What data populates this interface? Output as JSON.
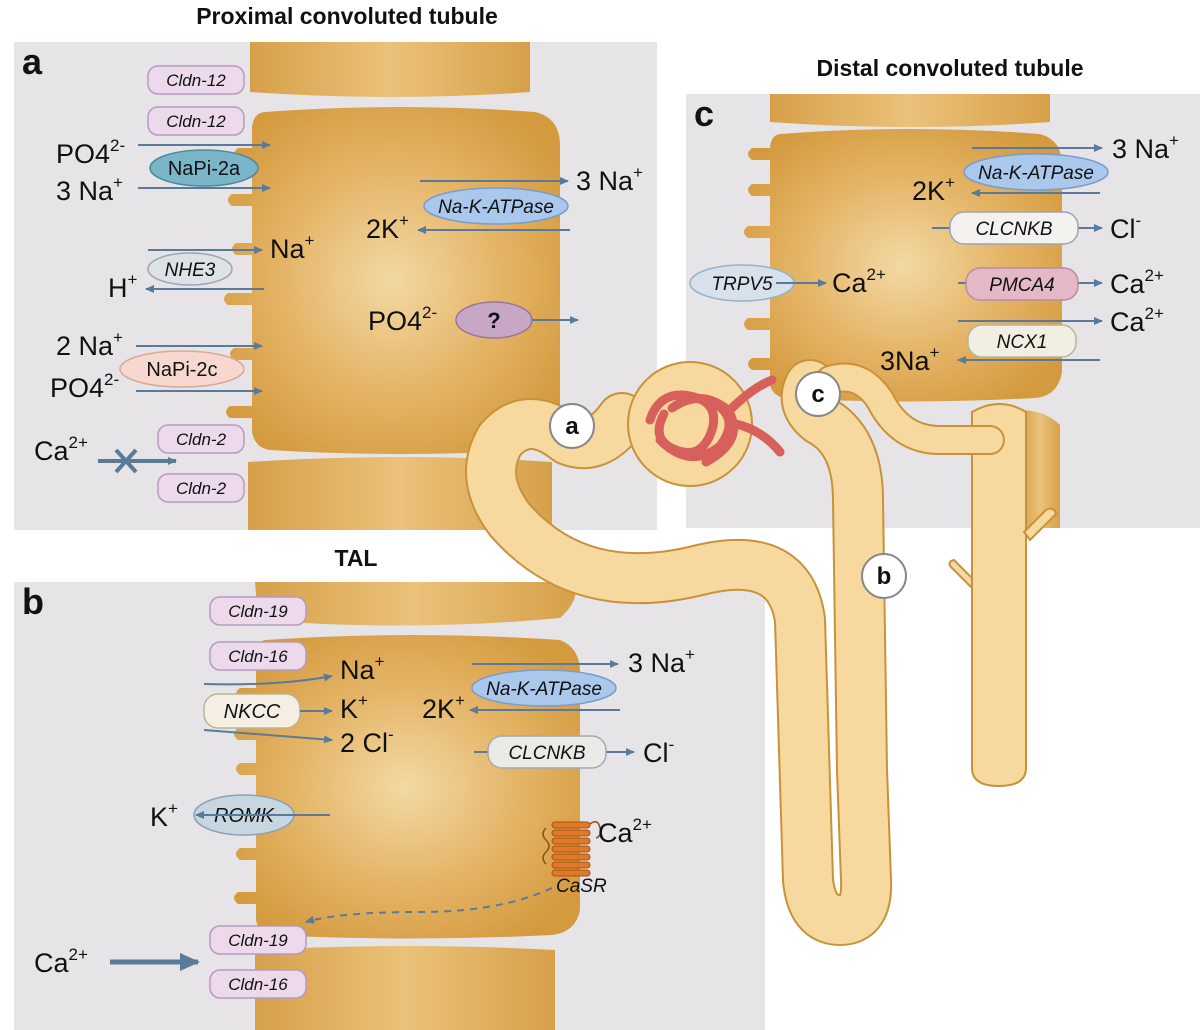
{
  "titles": {
    "pct": "Proximal convoluted tubule",
    "dct": "Distal convoluted tubule",
    "tal": "TAL"
  },
  "panels": {
    "a": "a",
    "b": "b",
    "c": "c"
  },
  "panel_a": {
    "cldn_12": "Cldn-12",
    "cldn_2": "Cldn-2",
    "napi2a": "NaPi-2a",
    "napi2c": "NaPi-2c",
    "nhe3": "NHE3",
    "nakatpase": "Na-K-ATPase",
    "unknown": "?",
    "po4_top": "PO4",
    "po4_top_charge": "2-",
    "three_na": "3 Na",
    "plus": "+",
    "na": "Na",
    "h": "H",
    "two_na": "2 Na",
    "po4_bot": "PO4",
    "po4_bot_charge": "2-",
    "ca": "Ca",
    "ca_charge": "2+",
    "out_3na": "3 Na",
    "out_2k": "2K",
    "out_po4": "PO4",
    "out_po4_charge": "2-"
  },
  "panel_b": {
    "cldn_19": "Cldn-19",
    "cldn_16": "Cldn-16",
    "nkcc": "NKCC",
    "romk": "ROMK",
    "nakatpase": "Na-K-ATPase",
    "clcnkb": "CLCNKB",
    "casr": "CaSR",
    "na": "Na",
    "k": "K",
    "two_cl": "2 Cl",
    "minus": "-",
    "plus": "+",
    "k_out": "K",
    "three_na": "3 Na",
    "two_k": "2K",
    "cl": "Cl",
    "ca": "Ca",
    "ca_charge": "2+",
    "ca_lumen": "Ca",
    "ca_lumen_charge": "2+"
  },
  "panel_c": {
    "nakatpase": "Na-K-ATPase",
    "clcnkb": "CLCNKB",
    "trpv5": "TRPV5",
    "pmca4": "PMCA4",
    "ncx1": "NCX1",
    "three_na": "3 Na",
    "two_k": "2K",
    "cl": "Cl",
    "minus": "-",
    "plus": "+",
    "ca_in": "Ca",
    "ca_out1": "Ca",
    "ca_out2": "Ca",
    "charge2": "2+",
    "three_na_in": "3Na"
  },
  "nephron_markers": {
    "a": "a",
    "b": "b",
    "c": "c"
  },
  "colors": {
    "panel_bg": "#e6e4e6",
    "cell": "#d9a24a",
    "cell_light": "#f3d9a4",
    "arrow": "#5a7a9a",
    "tubule": "#f7d9a0",
    "tubule_edge": "#c8923a",
    "glomerulus": "#d8605a",
    "cldn_fill": "#ecd9ec",
    "cldn_edge": "#b79ac0",
    "napi2a": "#7ab6c8",
    "napi2c": "#f6d8cf",
    "nhe3": "#dde2e6",
    "nakatpase": "#aac8ec",
    "unknown": "#c7a6c6",
    "nkcc": "#f4efe2",
    "clcnkb": "#eaeae6",
    "trpv5": "#d7e1ec",
    "pmca4": "#e5b8c8",
    "ncx1": "#f1efe2",
    "casr": "#e07a28"
  }
}
